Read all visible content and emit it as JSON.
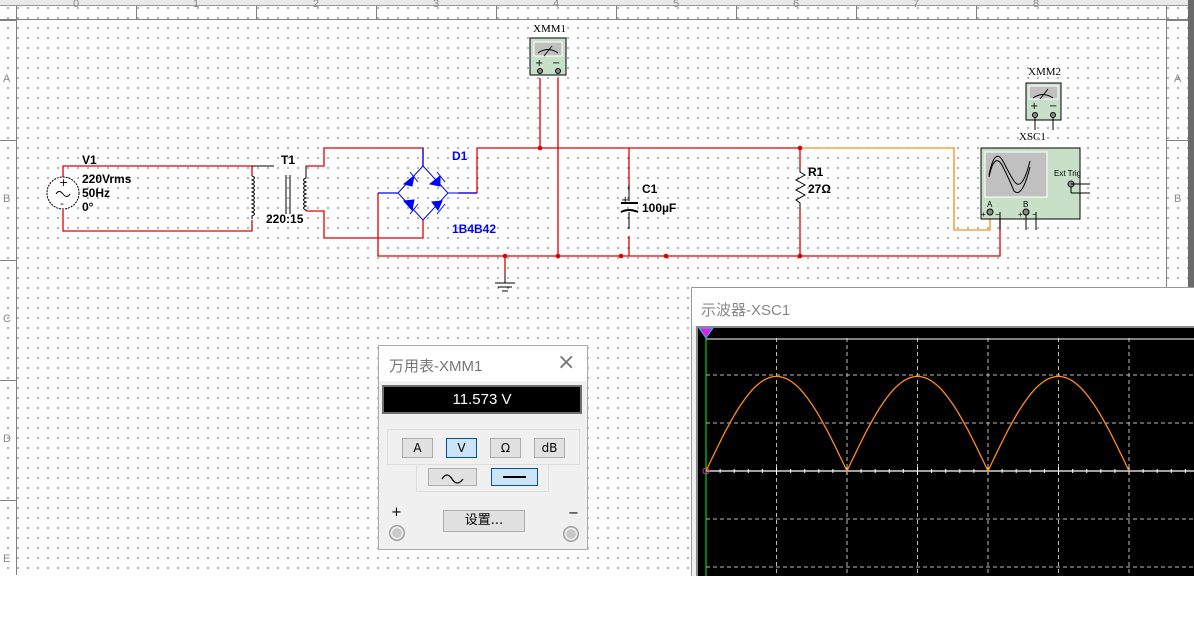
{
  "schematic": {
    "ruler": {
      "columns": [
        "0",
        "1",
        "2",
        "3",
        "4",
        "5",
        "6",
        "7",
        "8"
      ],
      "rows": [
        "A",
        "B",
        "C",
        "D",
        "E"
      ],
      "right_rows": [
        "A",
        "B"
      ]
    },
    "components": {
      "v1": {
        "ref": "V1",
        "voltage": "220Vrms",
        "frequency": "50Hz",
        "phase": "0°"
      },
      "t1": {
        "ref": "T1",
        "ratio": "220:15"
      },
      "d1": {
        "ref": "D1",
        "model": "1B4B42"
      },
      "c1": {
        "ref": "C1",
        "value": "100µF"
      },
      "r1": {
        "ref": "R1",
        "value": "27Ω"
      },
      "xmm1": {
        "ref": "XMM1"
      },
      "xmm2": {
        "ref": "XMM2"
      },
      "xsc1": {
        "ref": "XSC1",
        "channel_a": "A",
        "channel_b": "B",
        "ext_trig": "Ext Trig"
      }
    },
    "colors": {
      "wire": "#e00000",
      "probe_wire": "#f0901a",
      "diode": "#0000ff",
      "instrument_body": "#c8e0c8"
    }
  },
  "multimeter_window": {
    "title": "万用表-XMM1",
    "close_icon": "×",
    "reading": "11.573 V",
    "mode_buttons": [
      {
        "label": "A",
        "active": false
      },
      {
        "label": "V",
        "active": true
      },
      {
        "label": "Ω",
        "active": false
      },
      {
        "label": "dB",
        "active": false
      }
    ],
    "signal_buttons": [
      {
        "label": "ac-wave-icon",
        "active": false
      },
      {
        "label": "dc-line-icon",
        "active": true
      }
    ],
    "settings_label": "设置...",
    "plus_label": "+",
    "minus_label": "−"
  },
  "oscilloscope_window": {
    "title": "示波器-XSC1",
    "trace_color": "#ff8c1a",
    "chart_data": {
      "type": "line",
      "title": "",
      "description": "Full-wave rectified sine trace (3 positive half-cycles over ~6 horizontal divisions)",
      "x_divisions": 10,
      "y_divisions": 8,
      "series": [
        {
          "name": "Channel A",
          "x_div": [
            0,
            0.5,
            1,
            1.5,
            2,
            2.5,
            3,
            3.5,
            4,
            4.5,
            5,
            5.5,
            6
          ],
          "y_div": [
            0,
            1.39,
            1.97,
            1.39,
            0,
            1.39,
            1.97,
            1.39,
            0,
            1.39,
            1.97,
            1.39,
            0
          ]
        }
      ],
      "peak_divisions": 1.97,
      "half_period_divisions": 2.0
    }
  }
}
